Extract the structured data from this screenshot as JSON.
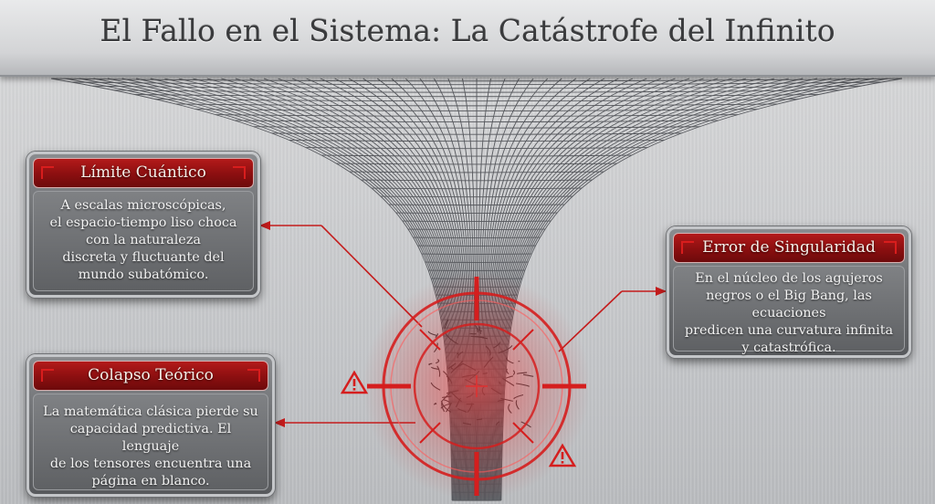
{
  "title": "El Fallo en el Sistema: La Catástrofe del Infinito",
  "colors": {
    "accent_red": "#c21818",
    "panel_gray": "#6c6e71",
    "mesh": "#4a4c50"
  },
  "panels": {
    "quantum": {
      "heading": "Límite Cuántico",
      "lines": [
        "A escalas microscópicas,",
        "el espacio-tiempo liso choca",
        "con la naturaleza",
        "discreta y fluctuante del",
        "mundo subatómico."
      ]
    },
    "collapse": {
      "heading": "Colapso Teórico",
      "lines": [
        "La matemática clásica pierde su",
        "capacidad predictiva. El lenguaje",
        "de los tensores encuentra una",
        "página en blanco."
      ]
    },
    "singularity": {
      "heading": "Error de Singularidad",
      "lines": [
        "En el núcleo de los agujeros",
        "negros o el Big Bang, las ecuaciones",
        "predicen una curvatura infinita",
        "y catastrófica."
      ]
    }
  },
  "icons": {
    "warning": "warning-icon",
    "target": "crosshair-icon"
  }
}
